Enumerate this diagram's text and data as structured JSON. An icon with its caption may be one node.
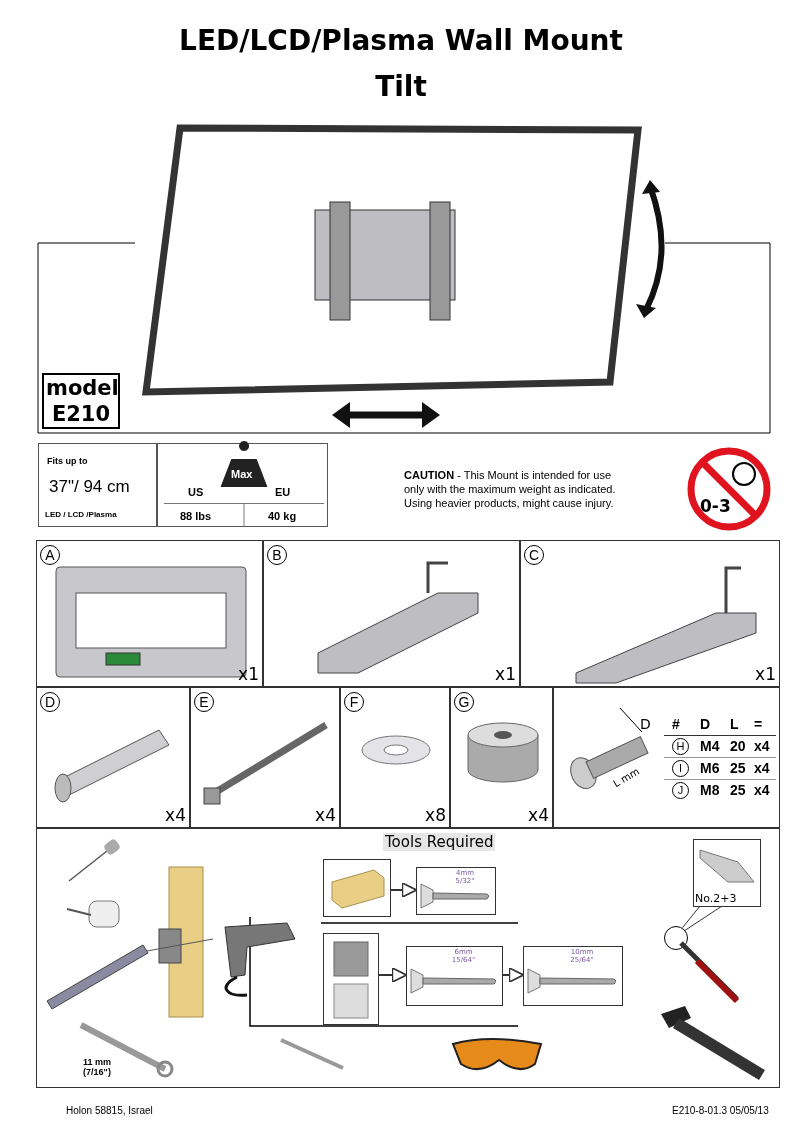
{
  "diagram": {
    "title": "LED/LCD/Plasma Wall Mount",
    "nodes": [
      {
        "text": [
          "model E210"
        ]
      },
      {
        "text": [
          "Fits up to",
          "37\"/ 94 cm",
          "LED / LCD /Plasma"
        ]
      },
      {
        "text": [
          "Max",
          "US",
          "EU",
          "88 lbs",
          "40 kg"
        ]
      },
      {
        "text": [
          "A",
          "x1"
        ]
      },
      {
        "text": [
          "B",
          "x1"
        ]
      },
      {
        "text": [
          "C",
          "x1"
        ]
      },
      {
        "text": [
          "D",
          "x4"
        ]
      },
      {
        "text": [
          "E",
          "x4"
        ]
      },
      {
        "text": [
          "F",
          "x8"
        ]
      },
      {
        "text": [
          "G",
          "x4"
        ]
      },
      {
        "text": [],
        "shape": "box"
      },
      {
        "text": [
          "Tools Required"
        ]
      },
      {
        "text": [],
        "shape": "picture",
        "in": 11
      },
      {
        "text": [
          "4mm 5/32\""
        ],
        "in": 11
      },
      {
        "text": [],
        "shape": "picture",
        "in": 11
      },
      {
        "text": [
          "6mm 15/64\""
        ],
        "in": 11
      },
      {
        "text": [
          "10mm 25/64\""
        ],
        "in": 11
      },
      {
        "text": [
          "No.2+3"
        ],
        "in": 11
      },
      {
        "text": [],
        "shape": "circle",
        "in": 11
      }
    ],
    "edges": [
      {
        "from": 12,
        "to": 13,
        "arrow": "to"
      },
      {
        "from": 14,
        "to": 15,
        "arrow": "to"
      },
      {
        "from": 15,
        "to": 16,
        "arrow": "to"
      },
      {
        "from": 18,
        "to": 17,
        "arrow": "none"
      },
      {
        "from": 18,
        "to": 17,
        "arrow": "none"
      }
    ],
    "labels": [
      "Tilt",
      "**CAUTION** - This Mount is intended for use only with the maximum weight as indicated. Using heavier products, might cause injury.",
      "0-3",
      "D",
      "L mm",
      "#",
      "D",
      "L",
      "=",
      "H",
      "M4",
      "20",
      "x4",
      "I",
      "M6",
      "25",
      "x4",
      "J",
      "M8",
      "25",
      "x4",
      "11 mm (7/16\")",
      "Holon 58815, Israel",
      "E210-8-01.3 05/05/13"
    ]
  }
}
